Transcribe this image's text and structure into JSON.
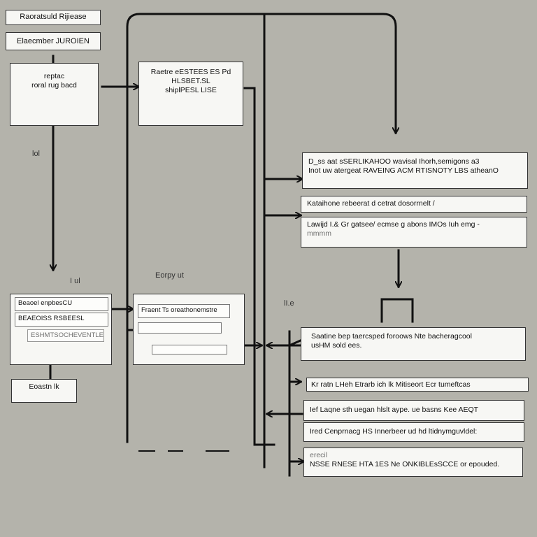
{
  "header": {
    "tab_top": "Raoratsuld Rijiease",
    "tab_bottom": "Elaecmber JUROIEN"
  },
  "boxes": {
    "b1": [
      "",
      "reptac",
      "roral rug bacd"
    ],
    "b2": [
      "Raetre eESTEES ES Pd",
      "HLSBET.SL",
      "shiplPESL LISE"
    ],
    "b3": [
      "D_ss aat sSERLIKAHOO wavisal Ihorh,semigons a3",
      "Inot uw atergeat RAVEING ACM RTISNOTY LBS atheanO"
    ],
    "b4": [
      "Kataihone rebeerat d cetrat dosorrnelt /"
    ],
    "b5": [
      "Lawijd I.& Gr gatsee/ ecmse g abons IMOs Iuh emg -",
      "mmmm"
    ],
    "b6": [
      "Beaoel enpbesCU",
      "BEAEOISS RSBEESL",
      "ESHMTSOCHEVENTLE"
    ],
    "b7": [
      "Fraent Ts oreathonemstre"
    ],
    "b8": [
      "Eoastn lk"
    ],
    "b9": [
      "Saatine bep taercsped foroows Nte bacheragcool",
      "usHM sold ees."
    ],
    "b10": [
      "Kr ratn LHeh Etrarb ich lk Mitiseort Ecr tumeftcas"
    ],
    "b11": [
      "Ief Laqne sth uegan hlslt aype. ue basns Kee AEQT"
    ],
    "b12": [
      "Ired Cenprnacg HS Innerbeer ud hd ltidnymguvldel:"
    ],
    "b13": [
      "erecil",
      "NSSE RNESE HTA 1ES Ne ONKIBLEsSCCE or epouded."
    ]
  },
  "labels": {
    "l1": "lol",
    "l2": "I ul",
    "l3": "Eorpy ut",
    "l4": "lI.e"
  }
}
